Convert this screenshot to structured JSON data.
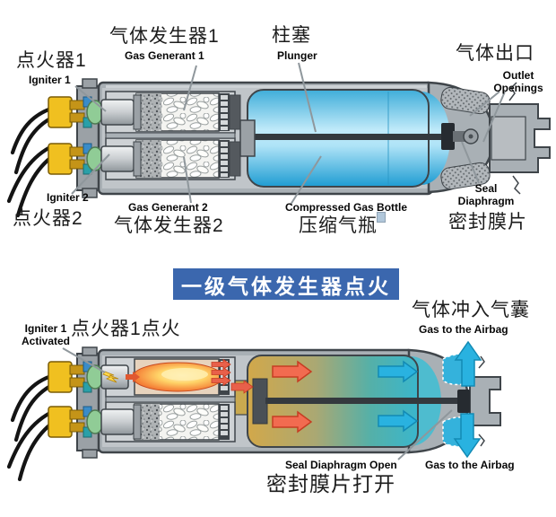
{
  "banner": {
    "label": "一级气体发生器点火",
    "bg": "#3b67ae",
    "fg": "#ffffff"
  },
  "colors": {
    "housing_gray": "#a9b0b5",
    "outline": "#3f454a",
    "bottle_blue_dark": "#1e9cd2",
    "bottle_blue_light": "#c2ebfa",
    "connector_yellow": "#f0c020",
    "seal_green": "#90cc96",
    "flame_orange": "#f58238",
    "hot_gas_tan": "#cfa94f",
    "cool_gas_teal": "#45aca4",
    "red_arrow": "#f26b50",
    "cyan_arrow": "#29b2e0",
    "leader_line": "#8f979c"
  },
  "diagram_rest": {
    "labels": {
      "gas_generant_1_zh": "气体发生器1",
      "gas_generant_1_en": "Gas Generant 1",
      "igniter_1_zh": "点火器1",
      "igniter_1_en": "Igniter 1",
      "plunger_zh": "柱塞",
      "plunger_en": "Plunger",
      "gas_outlet_zh": "气体出口",
      "outlet_en_1": "Outlet",
      "outlet_en_2": "Openings",
      "igniter_2_en": "Igniter 2",
      "igniter_2_zh": "点火器2",
      "gas_generant_2_en": "Gas Generant 2",
      "gas_generant_2_zh": "气体发生器2",
      "gas_bottle_en": "Compressed Gas Bottle",
      "gas_bottle_zh": "压缩气瓶",
      "seal_en_1": "Seal",
      "seal_en_2": "Diaphragm",
      "seal_zh": "密封膜片"
    }
  },
  "diagram_fired": {
    "labels": {
      "igniter_activated_en_1": "Igniter 1",
      "igniter_activated_en_2": "Activated",
      "igniter_fired_zh": "点火器1点火",
      "gas_to_airbag_zh": "气体冲入气囊",
      "gas_to_airbag_en": "Gas to the Airbag",
      "seal_open_en": "Seal Diaphragm Open",
      "gas_to_airbag_bottom_en": "Gas to the Airbag",
      "seal_open_zh": "密封膜片打开"
    }
  }
}
